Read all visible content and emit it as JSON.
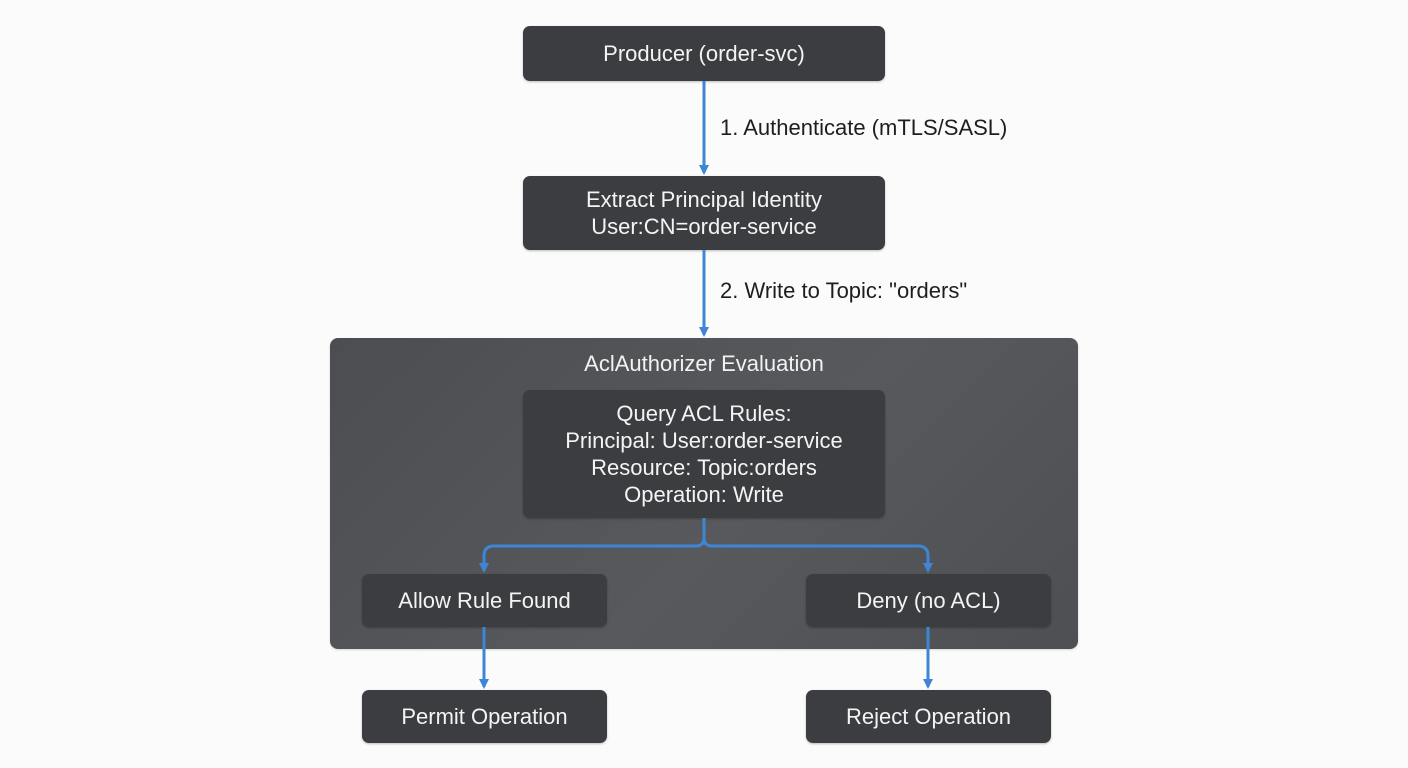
{
  "diagram": {
    "nodes": {
      "producer": {
        "lines": [
          "Producer (order-svc)"
        ]
      },
      "extract": {
        "lines": [
          "Extract Principal Identity",
          "User:CN=order-service"
        ]
      },
      "query": {
        "lines": [
          "Query ACL Rules:",
          "Principal: User:order-service",
          "Resource: Topic:orders",
          "Operation: Write"
        ]
      },
      "allow": {
        "lines": [
          "Allow Rule Found"
        ]
      },
      "deny": {
        "lines": [
          "Deny (no ACL)"
        ]
      },
      "permit": {
        "lines": [
          "Permit Operation"
        ]
      },
      "reject": {
        "lines": [
          "Reject Operation"
        ]
      }
    },
    "group": {
      "title": "AclAuthorizer Evaluation"
    },
    "edges": {
      "authenticate": {
        "label": "1. Authenticate (mTLS/SASL)"
      },
      "write": {
        "label": "2. Write to Topic: \"orders\""
      }
    },
    "colors": {
      "node_fill": "#3b3d40",
      "group_fill": "#53555a",
      "connector": "#3d86d6",
      "background": "#fbfbfb"
    }
  }
}
